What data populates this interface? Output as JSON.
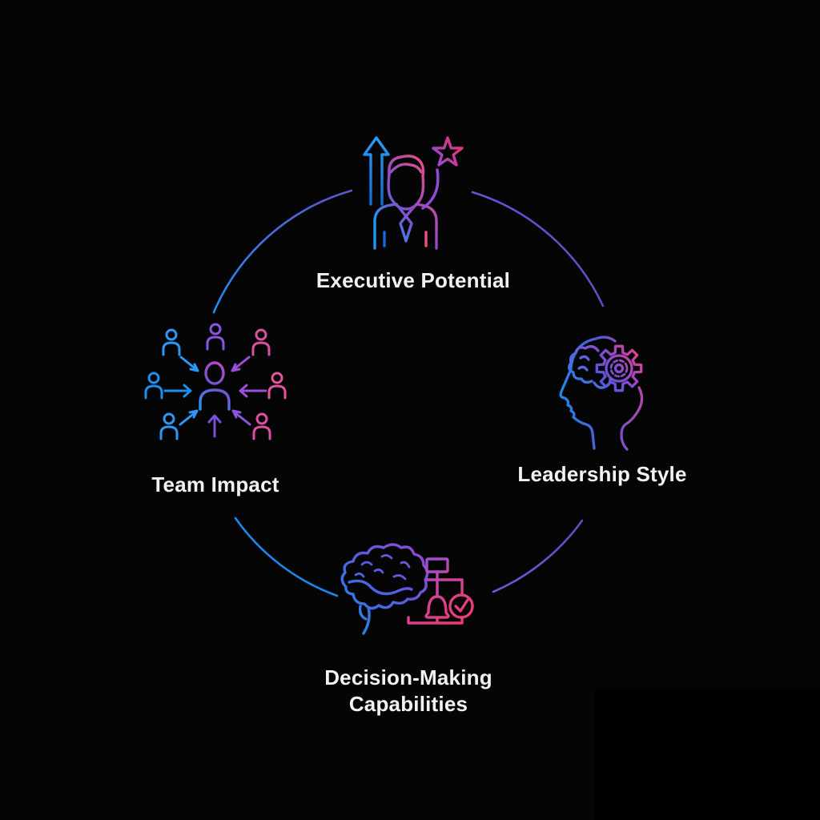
{
  "diagram": {
    "type": "circular-cycle",
    "background": "#050505",
    "text_color": "#f2f2f2",
    "palette": {
      "blue": "#1e88e5",
      "indigo": "#5b51c9",
      "purple": "#7b4fd0",
      "magenta": "#c24bc0",
      "pink": "#e8417e"
    },
    "nodes": [
      {
        "label": "Executive Potential",
        "icon": "person-rising-star-icon",
        "position": "top"
      },
      {
        "label": "Leadership Style",
        "icon": "head-gear-icon",
        "position": "right"
      },
      {
        "label": "Decision-Making Capabilities",
        "icon": "brain-decision-flowchart-icon",
        "position": "bottom"
      },
      {
        "label": "Team Impact",
        "icon": "team-network-icon",
        "position": "left"
      }
    ]
  }
}
